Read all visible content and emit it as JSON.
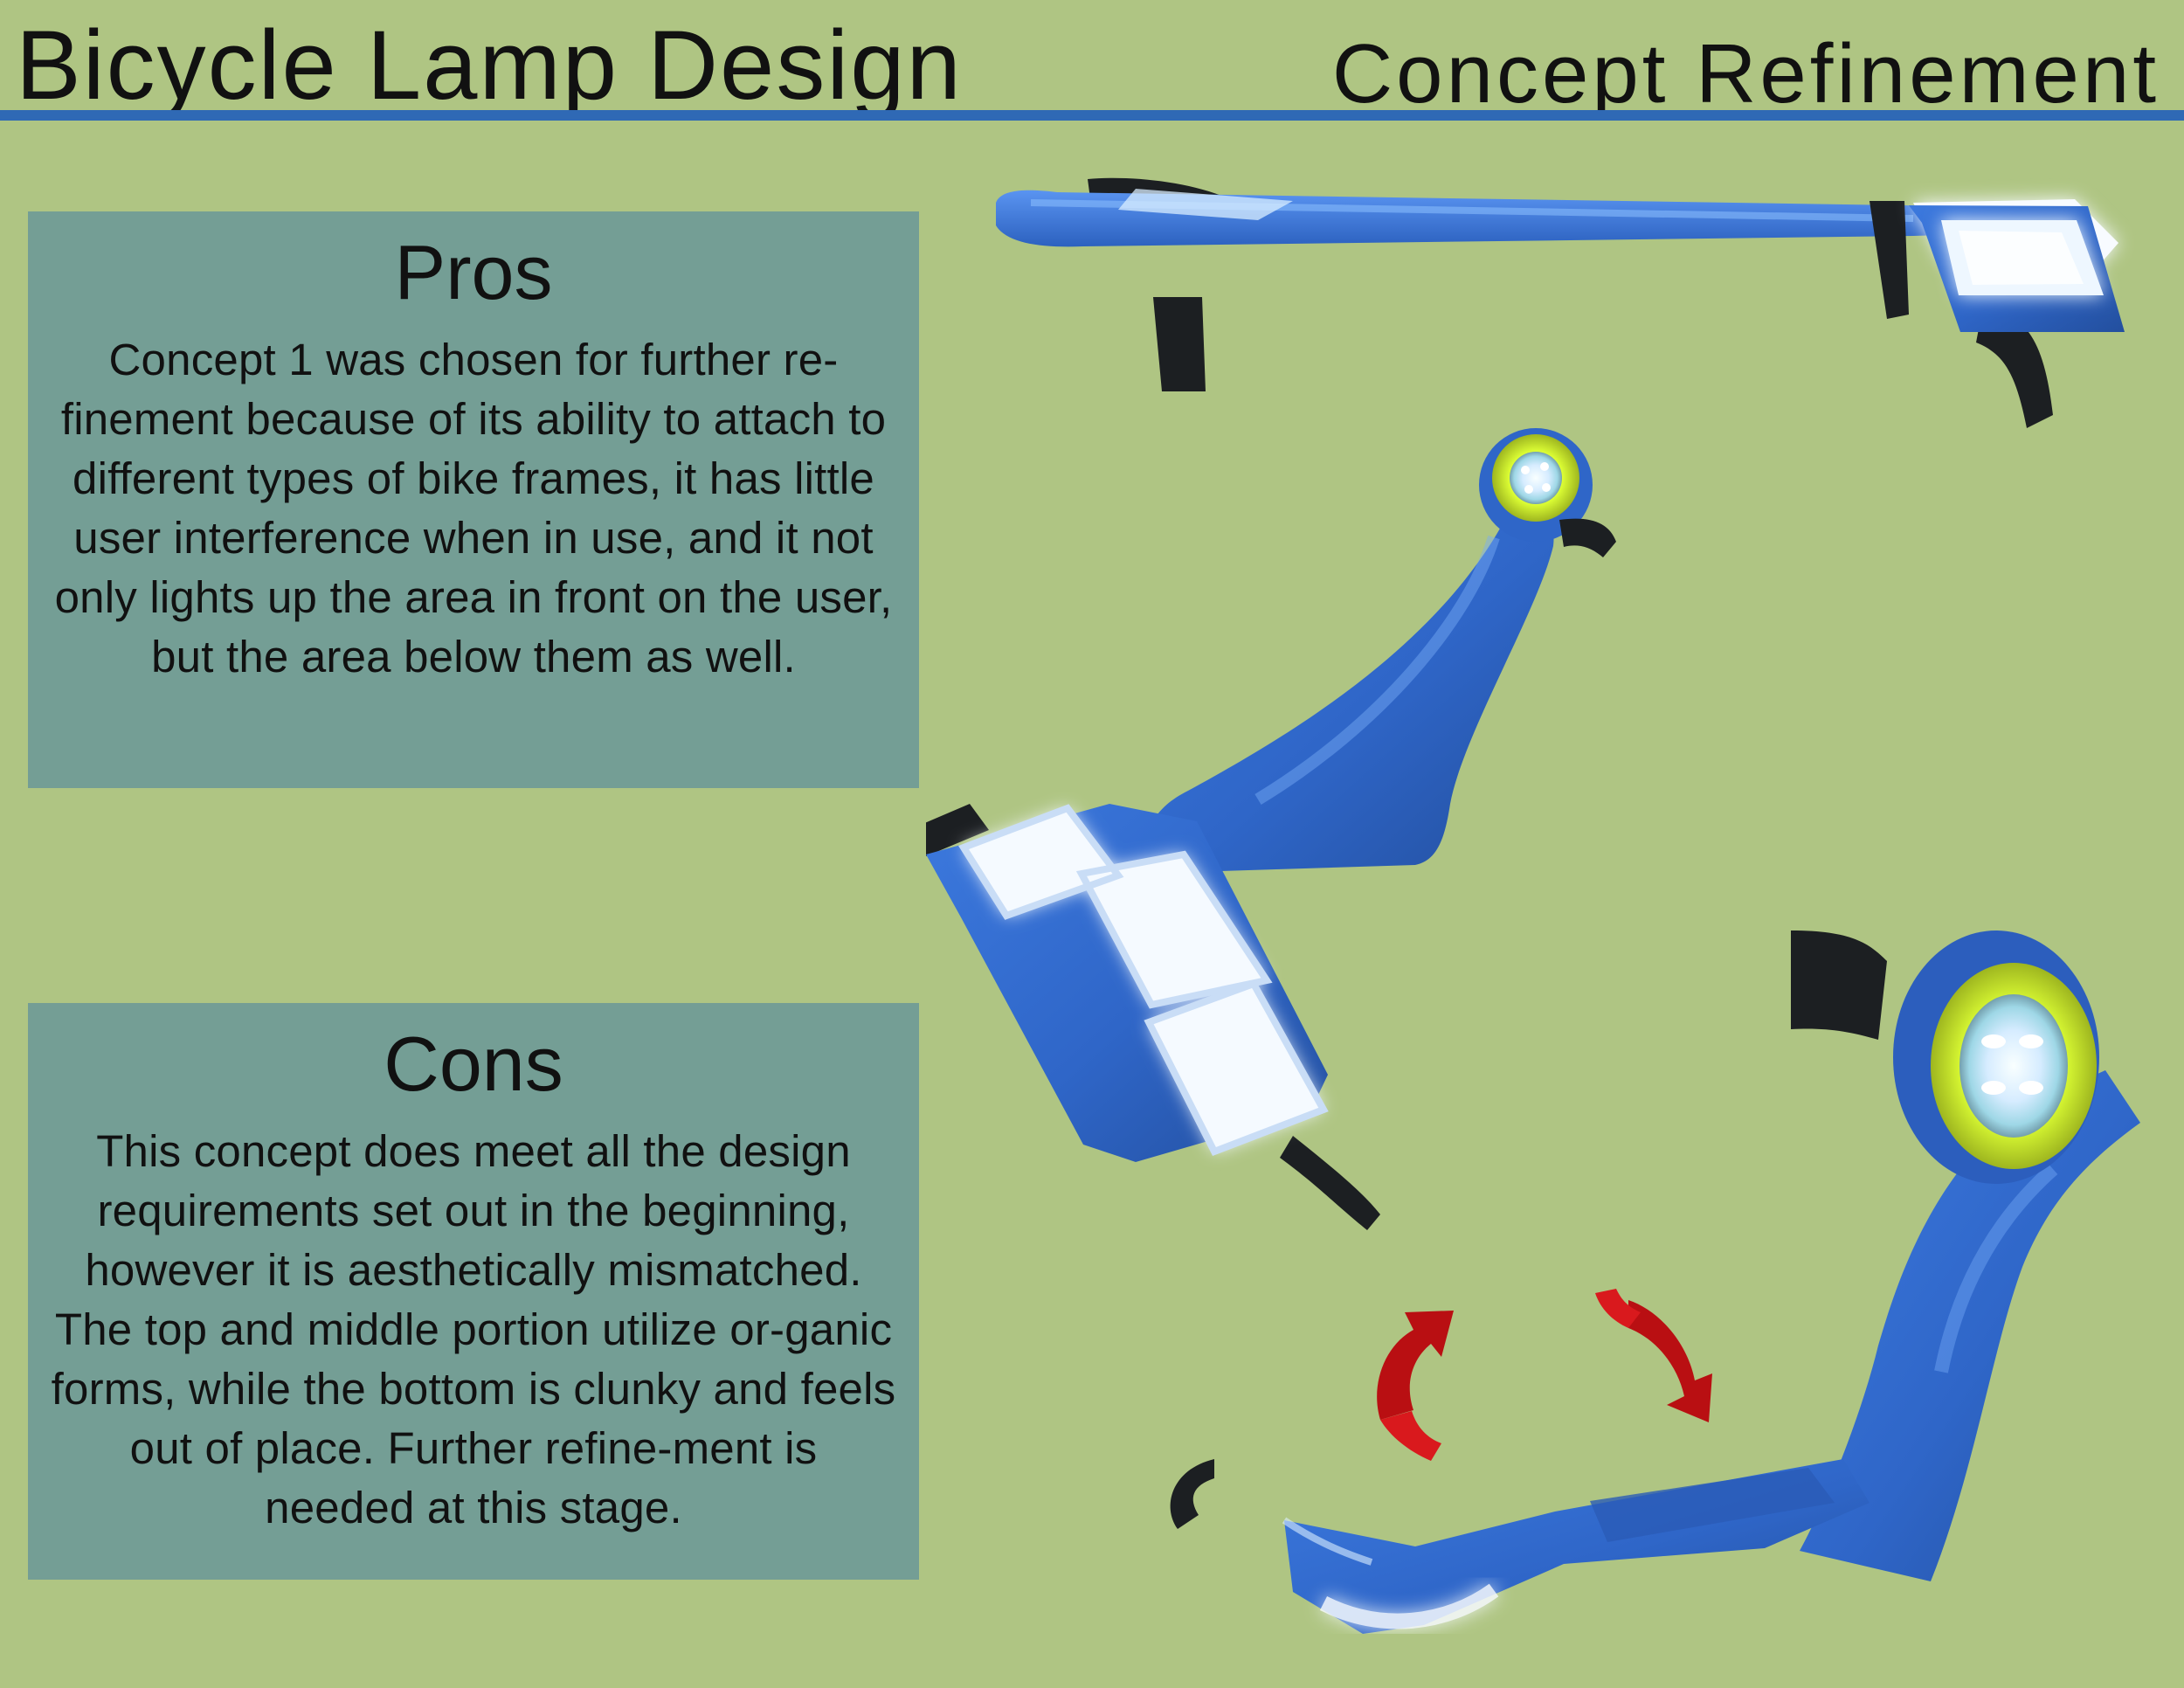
{
  "header": {
    "title": "Bicycle Lamp Design",
    "subtitle": "Concept Refinement"
  },
  "pros": {
    "title": "Pros",
    "text": "Concept 1 was chosen for further re-finement because of its ability to attach to different types of bike frames, it has little user interference when in use, and it not only lights up the area in front on the user, but the area below them as well."
  },
  "cons": {
    "title": "Cons",
    "text": "This concept does meet all the design requirements set out in the beginning, however it is aesthetically mismatched. The top and middle portion utilize or-ganic forms, while the bottom is clunky and feels out of place. Further refine-ment is needed at this stage."
  },
  "colors": {
    "background": "#afc583",
    "header_rule": "#2f69b5",
    "panel": "#749e95",
    "lamp_body": "#2f66c8",
    "light_glow": "#eef7ff",
    "strap": "#1c1f22",
    "arrow": "#b90f12"
  },
  "icons": [
    "lamp-top-view-illustration",
    "lamp-front-view-illustration",
    "lamp-side-view-illustration",
    "red-curved-arrow-icon"
  ]
}
